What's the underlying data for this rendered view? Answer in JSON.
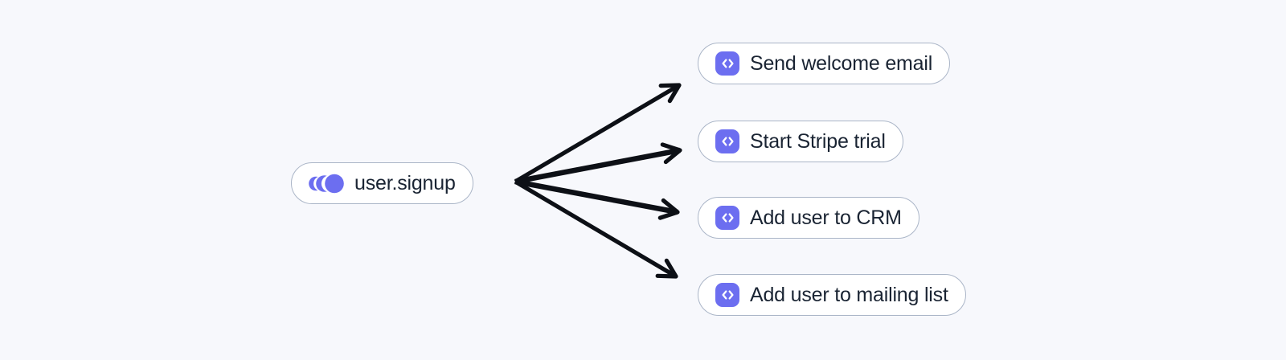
{
  "theme": {
    "background": "#f7f8fc",
    "node_background": "#ffffff",
    "node_border": "#aab5c7",
    "text_color": "#1a2433",
    "arrow_color": "#0d1016",
    "accent": "#6c6ef0"
  },
  "trigger": {
    "label": "user.signup",
    "icon": "event-signal-icon"
  },
  "functions": [
    {
      "label": "Send welcome email",
      "icon": "code-icon"
    },
    {
      "label": "Start Stripe trial",
      "icon": "code-icon"
    },
    {
      "label": "Add user to CRM",
      "icon": "code-icon"
    },
    {
      "label": "Add user to mailing list",
      "icon": "code-icon"
    }
  ],
  "edges": [
    {
      "from": "user.signup",
      "to": "Send welcome email"
    },
    {
      "from": "user.signup",
      "to": "Start Stripe trial"
    },
    {
      "from": "user.signup",
      "to": "Add user to CRM"
    },
    {
      "from": "user.signup",
      "to": "Add user to mailing list"
    }
  ]
}
